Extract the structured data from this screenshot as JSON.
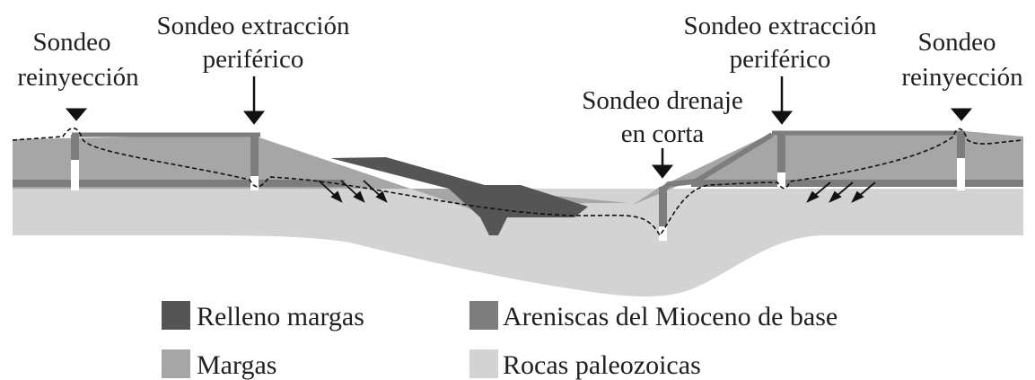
{
  "labels": {
    "left_reinjection": {
      "line1": "Sondeo",
      "line2": "reinyección"
    },
    "left_extraction": {
      "line1": "Sondeo extracción",
      "line2": "periférico"
    },
    "drain": {
      "line1": "Sondeo drenaje",
      "line2": "en corta"
    },
    "right_extraction": {
      "line1": "Sondeo extracción",
      "line2": "periférico"
    },
    "right_reinjection": {
      "line1": "Sondeo",
      "line2": "reinyección"
    }
  },
  "legend": [
    {
      "label": "Relleno margas",
      "color": "#555555"
    },
    {
      "label": "Areniscas del Mioceno de base",
      "color": "#7d7d7d"
    },
    {
      "label": "Margas",
      "color": "#a6a6a6"
    },
    {
      "label": "Rocas paleozoicas",
      "color": "#d3d3d3"
    }
  ],
  "colors": {
    "paleozoic": "#d3d3d3",
    "marl": "#a6a6a6",
    "sandstone": "#7d7d7d",
    "fill": "#555555",
    "text": "#1f1f1f"
  }
}
